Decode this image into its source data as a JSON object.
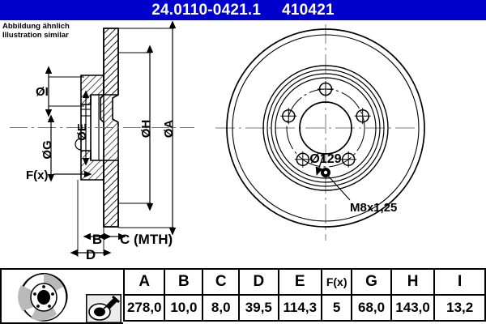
{
  "header": {
    "part_number": "24.0110-0421.1",
    "article_number": "410421",
    "background_color": "#0000cc",
    "text_color": "#ffffff"
  },
  "caption": {
    "line_de": "Abbildung ähnlich",
    "line_en": "Illustration similar"
  },
  "drawing": {
    "section_view": {
      "dimension_labels": [
        {
          "id": "oI",
          "text": "ØI"
        },
        {
          "id": "oG",
          "text": "ØG"
        },
        {
          "id": "oE",
          "text": "ØE"
        },
        {
          "id": "oH",
          "text": "ØH"
        },
        {
          "id": "oA",
          "text": "ØA"
        },
        {
          "id": "fx",
          "text": "F(x)"
        },
        {
          "id": "b",
          "text": "B"
        },
        {
          "id": "c",
          "text": "C (MTH)"
        },
        {
          "id": "d",
          "text": "D"
        }
      ]
    },
    "face_view": {
      "center_bore_label": "Ø129",
      "thread_label": "M8x1,25",
      "bolt_hole_count": 5
    }
  },
  "spec_table": {
    "headers": [
      "A",
      "B",
      "C",
      "D",
      "E",
      "F(x)",
      "G",
      "H",
      "I"
    ],
    "values": [
      "278,0",
      "10,0",
      "8,0",
      "39,5",
      "114,3",
      "5",
      "68,0",
      "143,0",
      "13,2"
    ]
  },
  "pictograms": {
    "disc_icon": "brake-disc-icon",
    "tool_icon": "measuring-tool-icon"
  }
}
